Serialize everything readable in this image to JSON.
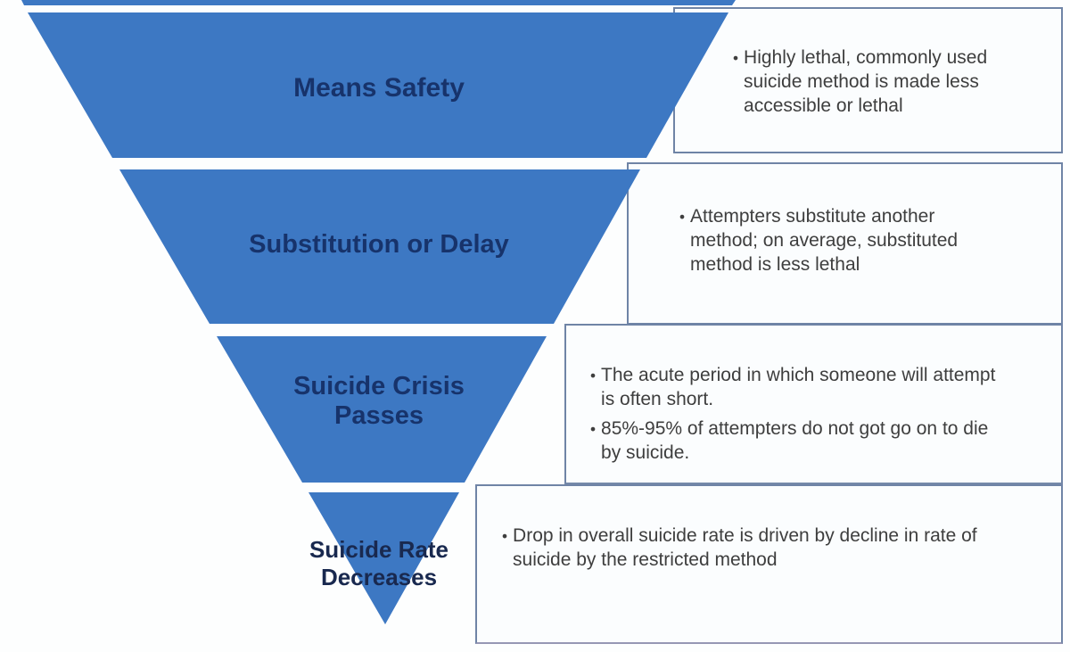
{
  "diagram": {
    "type": "funnel",
    "orientation": "inverted-triangle",
    "bullet_char": "•",
    "colors": {
      "funnel_fill": "#3d78c3",
      "level_label_text": "#17336b",
      "callout_border": "#6f84a6",
      "callout_text": "#3e3e3e",
      "background": "#fdfefe"
    },
    "levels": [
      {
        "label": "Means Safety",
        "bullets": [
          "Highly lethal, commonly used suicide method is made less accessible or lethal"
        ]
      },
      {
        "label": "Substitution or Delay",
        "bullets": [
          "Attempters substitute another method; on average, substituted method is less lethal"
        ]
      },
      {
        "label": "Suicide Crisis Passes",
        "bullets": [
          "The acute period in which someone will attempt is often short.",
          "85%-95% of attempters do not got go on to die by suicide."
        ]
      },
      {
        "label": "Suicide Rate Decreases",
        "bullets": [
          "Drop in overall suicide rate is driven by decline in rate of suicide by the restricted method"
        ]
      }
    ]
  }
}
